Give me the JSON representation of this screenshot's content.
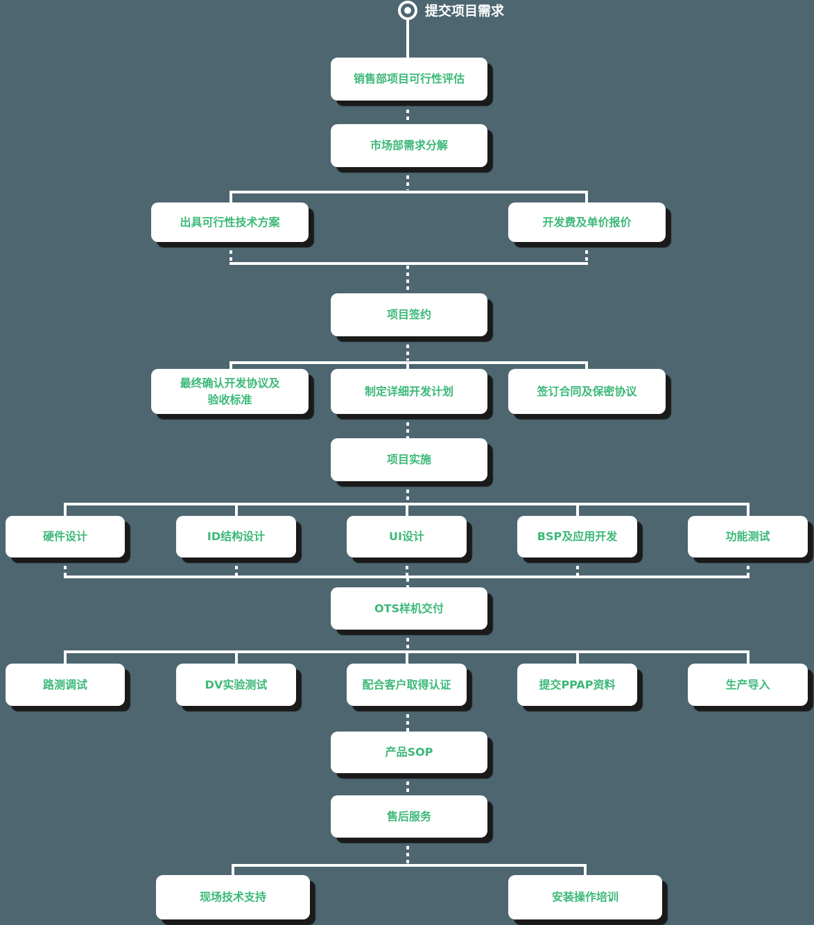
{
  "start": {
    "label": "提交项目需求",
    "icon": "bullseye-icon"
  },
  "nodes": {
    "sales_feasibility": "销售部项目可行性评估",
    "market_breakdown": "市场部需求分解",
    "tech_proposal": "出具可行性技术方案",
    "dev_fee_quote": "开发费及单价报价",
    "project_signing": "项目签约",
    "final_agreement": "最终确认开发协议及验收标准",
    "detailed_plan": "制定详细开发计划",
    "contract_nda": "签订合同及保密协议",
    "implementation": "项目实施",
    "hardware_design": "硬件设计",
    "id_design": "ID结构设计",
    "ui_design": "UI设计",
    "bsp_dev": "BSP及应用开发",
    "function_test": "功能测试",
    "ots_delivery": "OTS样机交付",
    "road_test": "路测调试",
    "dv_test": "DV实验测试",
    "certification": "配合客户取得认证",
    "ppap": "提交PPAP资料",
    "production_intro": "生产导入",
    "product_sop": "产品SOP",
    "after_sales": "售后服务",
    "onsite_support": "现场技术支持",
    "install_training": "安装操作培训"
  },
  "colors": {
    "background": "#4D6670",
    "box": "#FFFFFF",
    "text": "#3CB878",
    "line": "#FFFFFF",
    "shadow": "#1A1A1A"
  }
}
